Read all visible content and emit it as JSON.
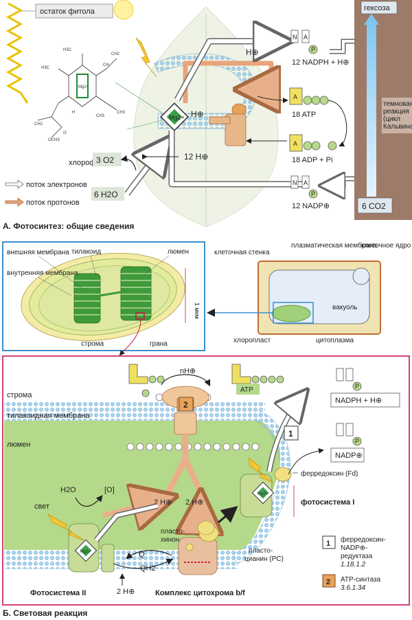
{
  "panel_a": {
    "phytol_label": "остаток фитола",
    "mg_label": "Mg2+",
    "chlorophyll_label": "хлорофилл a",
    "oxygen": "3 O2",
    "protons": "12 H⊕",
    "water": "6 H2O",
    "h_plus_top": "H⊕",
    "h_plus_mid": "H⊕",
    "nadph": "12 NADPH + H⊕",
    "atp": "18 ATP",
    "adp": "18 ADP + Pi",
    "nadp": "12 NADP⊕",
    "hexose": "гексоза",
    "dark_reaction": [
      "темновая",
      "реакция",
      "(цикл",
      "Кальвина)"
    ],
    "co2": "6 CO2",
    "legend_electrons": "поток электронов",
    "legend_protons": "поток протонов",
    "caption": "А. Фотосинтез: общие сведения",
    "mol_labels": {
      "methyl": "H3C",
      "ch3": "CH3",
      "ch3b": "CH3",
      "ch3c": "H3C",
      "ch2": "CH2",
      "ch": "CH",
      "ome": "O",
      "och3": "OCH3",
      "ch2b": "CH2",
      "h": "H"
    },
    "nucleotide_letters": {
      "a": "A",
      "n": "N",
      "p": "P"
    }
  },
  "chloroplast": {
    "outer_membrane": "внешняя мембрана",
    "inner_membrane": "внутренняя мембрана",
    "thylakoid": "тилакоид",
    "lumen": "люмен",
    "stroma": "строма",
    "grana": "грана",
    "scale": "1 мкм"
  },
  "cell": {
    "cell_wall": "клеточная стенка",
    "plasma_membrane": "плазматическая мембрана",
    "nucleus": "клеточное ядро",
    "vacuole": "вакуоль",
    "chloroplast": "хлоропласт",
    "cytoplasm": "цитоплазма"
  },
  "panel_b": {
    "stroma": "строма",
    "thylakoid_membrane": "тилакоидная мембрана",
    "lumen": "люмен",
    "nh": "nH⊕",
    "atp": "ATP",
    "atp_synthase_number": "2",
    "reductase_number": "1",
    "nadph": "NADPH + H⊕",
    "nadp": "NADP⊕",
    "two_h_left": "2 H⊕",
    "two_h_right": "2 H⊕",
    "two_h_bottom": "2 H⊕",
    "water": "H2O",
    "oxygen": "[O]",
    "light": "свет",
    "plastoquinone": [
      "пласто-",
      "хинон"
    ],
    "q": "Q",
    "qh2": "QH2",
    "plastocyanin": [
      "пласто-",
      "цианин (PC)"
    ],
    "ferredoxin": "ферредоксин (Fd)",
    "photosystem_1": "фотосистема I",
    "photosystem_2": "Фотосистема II",
    "cytochrome": "Комплекс цитохрома b/f",
    "legend_1_name": [
      "ферредоксин-",
      "NADP⊕-",
      "редуктаза"
    ],
    "legend_1_ec": "1.18.1.2",
    "legend_2_name": "ATP-синтаза",
    "legend_2_ec": "3.6.1.34",
    "caption": "Б. Световая реакция",
    "mg_label": "Mg2+",
    "p_letter": "P"
  },
  "colors": {
    "membrane_blue": "#9ec8e8",
    "lumen_green": "#b5d98a",
    "synthase_orange": "#e8a35a",
    "frame_blue": "#3a8fd0",
    "frame_pink": "#d4407a",
    "dark_column": "#9e7b68"
  }
}
